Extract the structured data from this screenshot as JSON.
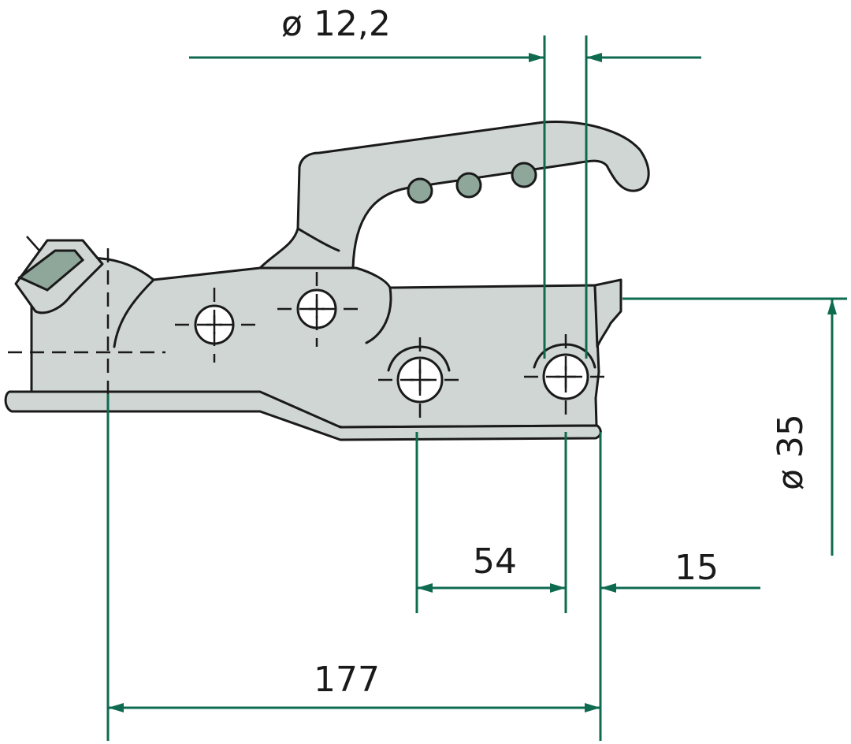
{
  "dimensions": {
    "bolt_hole_diameter": "ø 12,2",
    "ball_diameter": "ø 35",
    "hole_spacing": "54",
    "rear_offset": "15",
    "overall_length": "177"
  },
  "colors": {
    "dimension_line": "#0f6b4f",
    "body": "#cfd6d3",
    "outline": "#1a1a1a",
    "knob": "#8fa79b"
  }
}
